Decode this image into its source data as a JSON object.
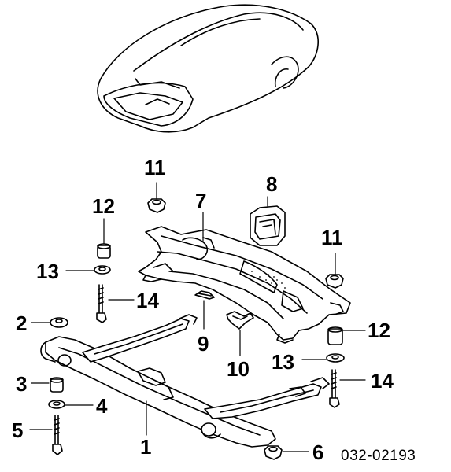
{
  "callouts": {
    "c1": "1",
    "c2": "2",
    "c3": "3",
    "c4": "4",
    "c5": "5",
    "c6": "6",
    "c7": "7",
    "c8": "8",
    "c9": "9",
    "c10": "10",
    "c11a": "11",
    "c11b": "11",
    "c12a": "12",
    "c12b": "12",
    "c13a": "13",
    "c13b": "13",
    "c14a": "14",
    "c14b": "14"
  },
  "reference_code": "032-02193"
}
